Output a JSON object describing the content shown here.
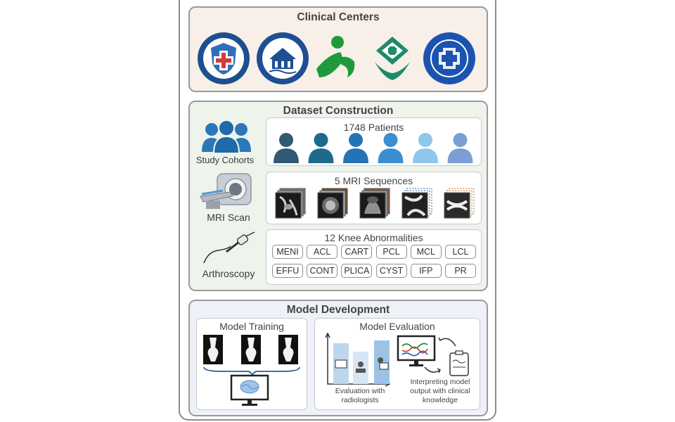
{
  "clinical": {
    "title": "Clinical Centers"
  },
  "dataset": {
    "title": "Dataset Construction",
    "cohorts_label": "Study Cohorts",
    "mri_label": "MRI Scan",
    "arthroscopy_label": "Arthroscopy",
    "patients_title": "1748 Patients",
    "patient_colors": [
      "#2f5a74",
      "#1f6a8c",
      "#2473b5",
      "#3b8fd0",
      "#8fc6ee",
      "#7b9fd4"
    ],
    "sequences_title": "5 MRI Sequences",
    "abnormalities_title": "12 Knee Abnormalities",
    "abnormalities": [
      "MENI",
      "ACL",
      "CART",
      "PCL",
      "MCL",
      "LCL",
      "EFFU",
      "CONT",
      "PLICA",
      "CYST",
      "IFP",
      "PR"
    ]
  },
  "model": {
    "title": "Model Development",
    "training_title": "Model Training",
    "evaluation_title": "Model Evaluation",
    "eval_radiologists": [
      "Evaluation with",
      "radiologists"
    ],
    "interpret": [
      "Interpreting model",
      "output with clinical",
      "knowledge"
    ]
  },
  "colors": {
    "accent_blue": "#2a78b8",
    "clinical_bg": "#f7efe8",
    "dataset_bg": "#eef3ec",
    "model_bg": "#eef1f7"
  }
}
